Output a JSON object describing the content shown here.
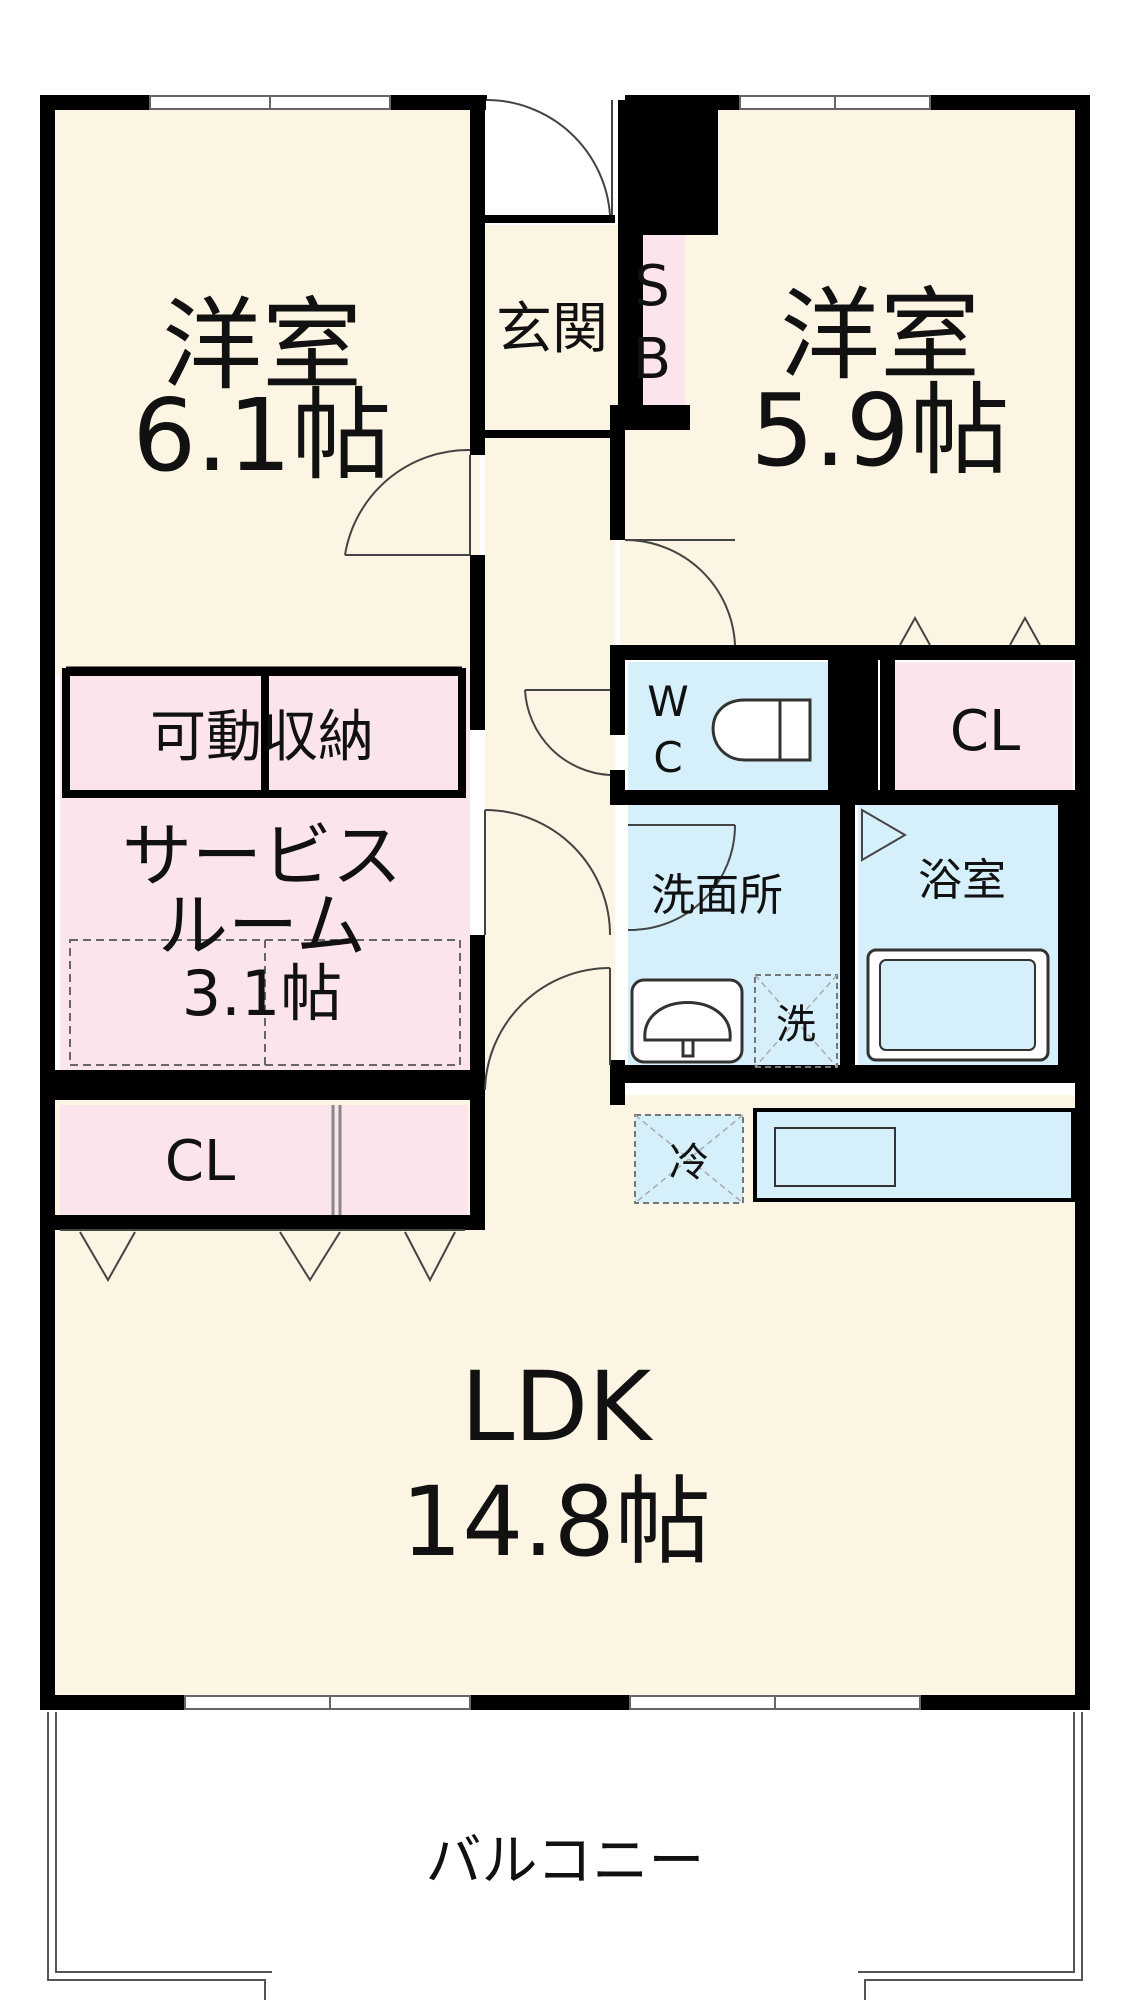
{
  "colors": {
    "room_fill": "#fdf5e4",
    "pink_fill": "#fbe4ec",
    "blue_fill": "#d6f0fb",
    "wall": "#000000",
    "hatch": "#9ab"
  },
  "rooms": {
    "western_room_left": {
      "name": "洋室",
      "size": "6.1帖"
    },
    "western_room_right": {
      "name": "洋室",
      "size": "5.9帖"
    },
    "entrance": {
      "name": "玄関"
    },
    "shoe_box": {
      "line1": "S",
      "line2": "B"
    },
    "movable_storage": {
      "name": "可動収納"
    },
    "service_room": {
      "line1": "サービス",
      "line2": "ルーム",
      "size": "3.1帖"
    },
    "toilet": {
      "line1": "W",
      "line2": "C"
    },
    "closet_right": {
      "name": "CL"
    },
    "closet_left": {
      "name": "CL"
    },
    "washroom": {
      "name": "洗面所"
    },
    "bathroom": {
      "name": "浴室"
    },
    "washer_space": {
      "name": "洗"
    },
    "fridge_space": {
      "name": "冷"
    },
    "ldk": {
      "name": "LDK",
      "size": "14.8帖"
    },
    "balcony": {
      "name": "バルコニー"
    }
  }
}
